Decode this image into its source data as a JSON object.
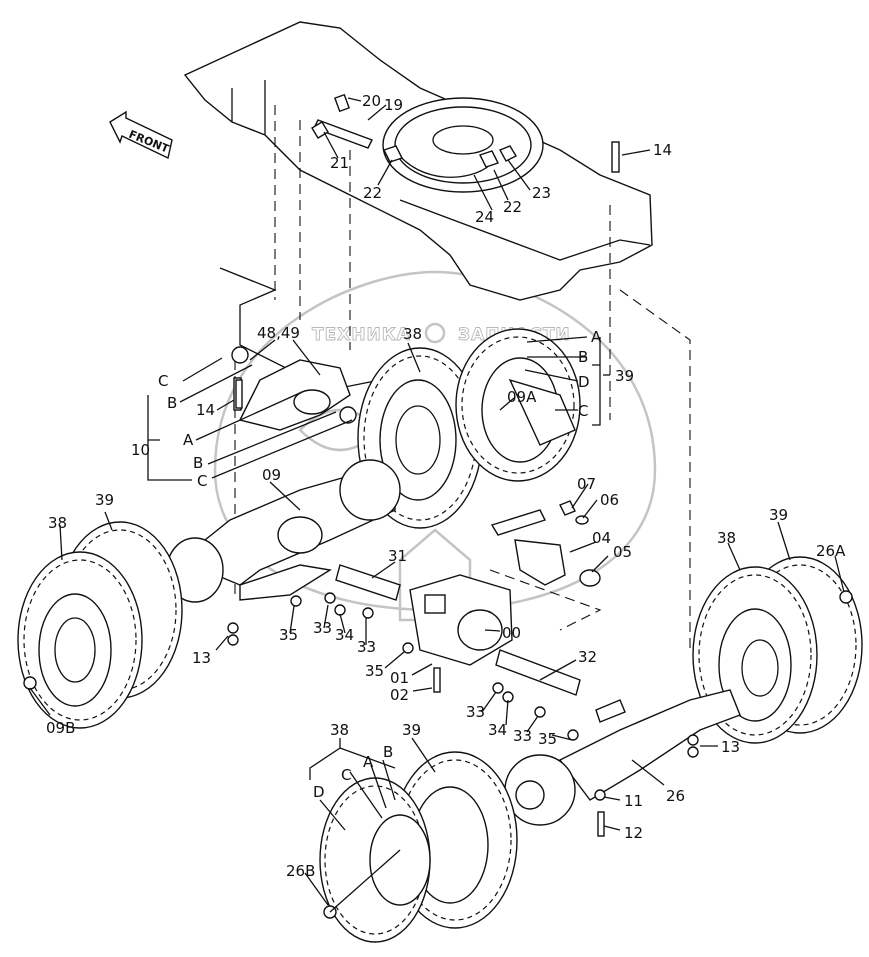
{
  "diagram": {
    "front_label": "FRONT",
    "watermark": {
      "left": "ТЕХНИКА",
      "right": "ЗАПЧАСТИ"
    },
    "callouts": {
      "c20": "20",
      "c19": "19",
      "c14a": "14",
      "c21": "21",
      "c22a": "22",
      "c23": "23",
      "c24": "24",
      "c22b": "22",
      "c4849": "48,49",
      "c38a": "38",
      "cA1": "A",
      "cB1": "B",
      "cD1": "D",
      "c39a": "39",
      "cC1": "C",
      "c09A": "09A",
      "cC2": "C",
      "cB2": "B",
      "c14b": "14",
      "c10": "10",
      "cA2": "A",
      "cB3": "B",
      "cC3": "C",
      "c09": "09",
      "c07": "07",
      "c06": "06",
      "c04": "04",
      "c05": "05",
      "c39b": "39",
      "c38b": "38",
      "c39c": "39",
      "c38c": "38",
      "c26A": "26A",
      "c31": "31",
      "c35a": "35",
      "c33a": "33",
      "c34a": "34",
      "c33b": "33",
      "c00": "00",
      "c13a": "13",
      "c35b": "35",
      "c01": "01",
      "c02": "02",
      "c32": "32",
      "c09B": "09B",
      "c33c": "33",
      "c34b": "34",
      "c33d": "33",
      "c35c": "35",
      "c13b": "13",
      "c38d": "38",
      "c39d": "39",
      "cB4": "B",
      "cC4": "C",
      "cA3": "A",
      "cD2": "D",
      "c11": "11",
      "c26": "26",
      "c12": "12",
      "c26B": "26B"
    }
  }
}
